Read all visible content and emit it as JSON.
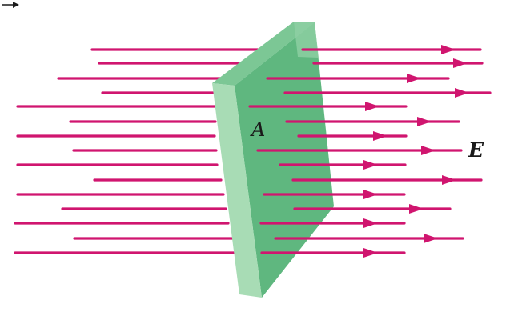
{
  "labels": {
    "surface": "A",
    "field": "E"
  },
  "colors": {
    "field_line": "#d0156f",
    "plate_front": "#5fb77f",
    "plate_edge": "#a8dcb5",
    "plate_top": "#7cc795"
  },
  "field_direction": "left-to-right",
  "field_symbol_has_vector_arrow": true
}
